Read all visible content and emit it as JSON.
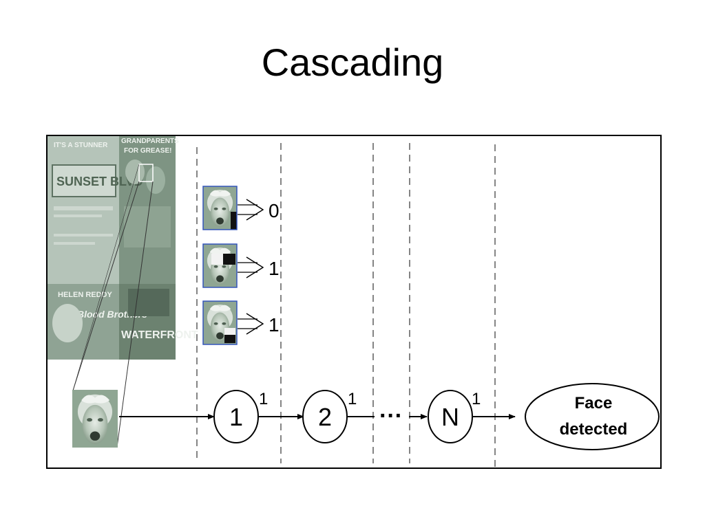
{
  "title": "Cascading",
  "poster": {
    "top_left_header": "IT'S A STUNNER",
    "top_left_title": "SUNSET BLVD",
    "top_right_header": "GRANDPARENTS",
    "top_right_title": "FOR GREASE!",
    "bottom_left_header": "HELEN REDDY",
    "bottom_left_title": "Blood Brothers",
    "bottom_right_title": "WATERFRONT"
  },
  "feature_outputs": [
    "0",
    "1",
    "1"
  ],
  "stages": [
    {
      "label": "1",
      "output": "1"
    },
    {
      "label": "2",
      "output": "1"
    },
    {
      "label": "N",
      "output": "1"
    }
  ],
  "ellipsis": "···",
  "result": {
    "line1": "Face",
    "line2": "detected"
  },
  "colors": {
    "frame": "#000000",
    "thumb_border": "#3355bb",
    "poster": "#9fb3a4"
  }
}
